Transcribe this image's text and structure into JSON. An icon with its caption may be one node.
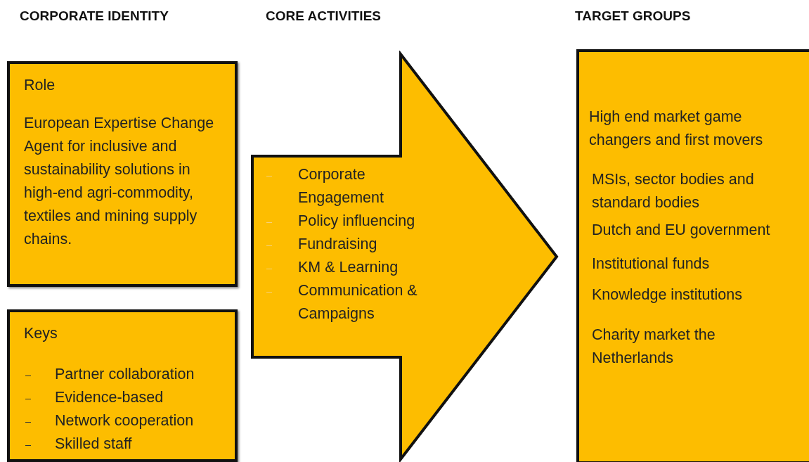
{
  "diagram": {
    "nodes": [
      {
        "text": [
          "Role",
          "European Expertise Change Agent for inclusive and sustainability solutions in high-end agri-commodity, textiles and mining supply chains."
        ]
      },
      {
        "text": [
          "Keys",
          "Partner collaboration",
          "Evidence-based",
          "Network cooperation",
          "Skilled staff"
        ]
      },
      {
        "text": [
          "Corporate Engagement",
          "Policy influencing",
          "Fundraising",
          "KM & Learning",
          "Communication & Campaigns"
        ]
      },
      {
        "text": [
          "High end market game changers and first movers",
          "MSIs, sector bodies and standard bodies",
          "Dutch and EU government",
          "Institutional funds",
          "Knowledge institutions",
          "Charity market the Netherlands"
        ]
      }
    ],
    "edges": [],
    "labels": [
      "CORPORATE IDENTITY",
      "CORE ACTIVITIES",
      "TARGET GROUPS"
    ]
  }
}
